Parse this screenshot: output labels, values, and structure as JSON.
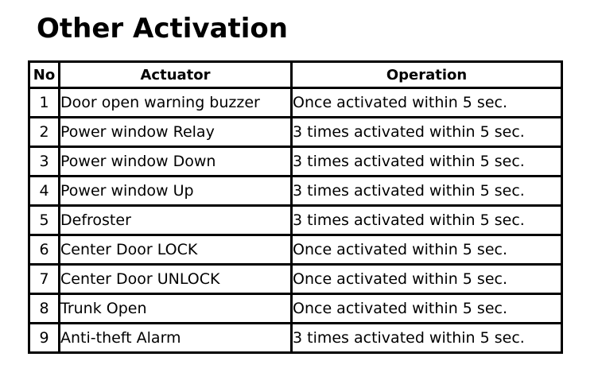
{
  "page": {
    "title": "Other Activation",
    "background_color": "#ffffff",
    "text_color": "#000000",
    "border_color": "#000000"
  },
  "table": {
    "columns": [
      {
        "key": "no",
        "label": "No",
        "align": "center"
      },
      {
        "key": "actuator",
        "label": "Actuator",
        "align": "left"
      },
      {
        "key": "operation",
        "label": "Operation",
        "align": "left"
      }
    ],
    "rows": [
      {
        "no": "1",
        "actuator": "Door open warning buzzer",
        "operation": "Once activated within 5 sec."
      },
      {
        "no": "2",
        "actuator": "Power window Relay",
        "operation": "3 times activated within 5 sec."
      },
      {
        "no": "3",
        "actuator": "Power window Down",
        "operation": "3 times activated within 5 sec."
      },
      {
        "no": "4",
        "actuator": "Power window Up",
        "operation": "3 times activated within 5 sec."
      },
      {
        "no": "5",
        "actuator": "Defroster",
        "operation": "3 times activated within 5 sec."
      },
      {
        "no": "6",
        "actuator": "Center Door LOCK",
        "operation": "Once activated within 5 sec."
      },
      {
        "no": "7",
        "actuator": "Center Door UNLOCK",
        "operation": "Once activated within 5 sec."
      },
      {
        "no": "8",
        "actuator": "Trunk Open",
        "operation": "Once activated within 5 sec."
      },
      {
        "no": "9",
        "actuator": "Anti-theft Alarm",
        "operation": "3 times activated within 5 sec."
      }
    ]
  }
}
